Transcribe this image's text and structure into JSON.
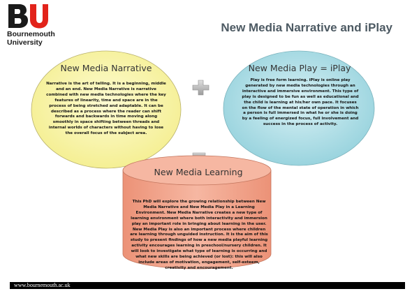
{
  "logo": {
    "letters": "BU",
    "line1": "Bournemouth",
    "line2": "University"
  },
  "header": {
    "title": "New Media Narrative and iPlay"
  },
  "narrative": {
    "title": "New Media Narrative",
    "body": "Narrative is the art of telling. It is a beginning, middle and an end. New Media Narrative is narrative combined with new media technologies where the key features of linearity, time and space are in the process of being stretched and adaptable.  It can be described as a process where the reader can shift forwards and backwards in time moving along smoothly in space shifting between threads and internal worlds of characters without having to lose the overall focus of the subject area."
  },
  "play": {
    "title": "New Media Play = iPlay",
    "body": "Play is free form learning. iPlay is online play generated by new media technologies through an interactive and immersive environment.  This type of play is designed to be fun as well as educational and the child is learning at his/her own pace. It focuses on the flow of the mental state of operation in which a person is full immersed in what he or she is doing by a feeling of energized focus, full involvement and success in the process of activity."
  },
  "learning": {
    "title": "New Media Learning",
    "body": "This PhD will explore the growing relationship between New Media Narrative and New Media Play in a Learning Environment.  New Media Narrative creates a new type of learning environment where both interactivity and immersion play an important role in bringing about learning in the user. New Media Play is also an important process where children are learning through unguided instruction.  It is the aim of this study to present findings of how a new media playful learning activity encourages learning in preschool/nursery children.  It will look to investigate what type of learning is occurring and what new skills are being achieved (or lost): this will also include areas of motivation, engagement, self-esteem, creativity and encouragement."
  },
  "footer": {
    "url": "www.bournemouth.ac.uk"
  },
  "colors": {
    "brand_red": "#e2231a",
    "narrative_fill": "#f7f3a1",
    "play_fill": "#a9dbe3",
    "learning_fill": "#f1a48c",
    "operator_fill": "#c9c9c9"
  },
  "icons": {
    "plus": "plus-icon",
    "equals": "equals-icon"
  }
}
